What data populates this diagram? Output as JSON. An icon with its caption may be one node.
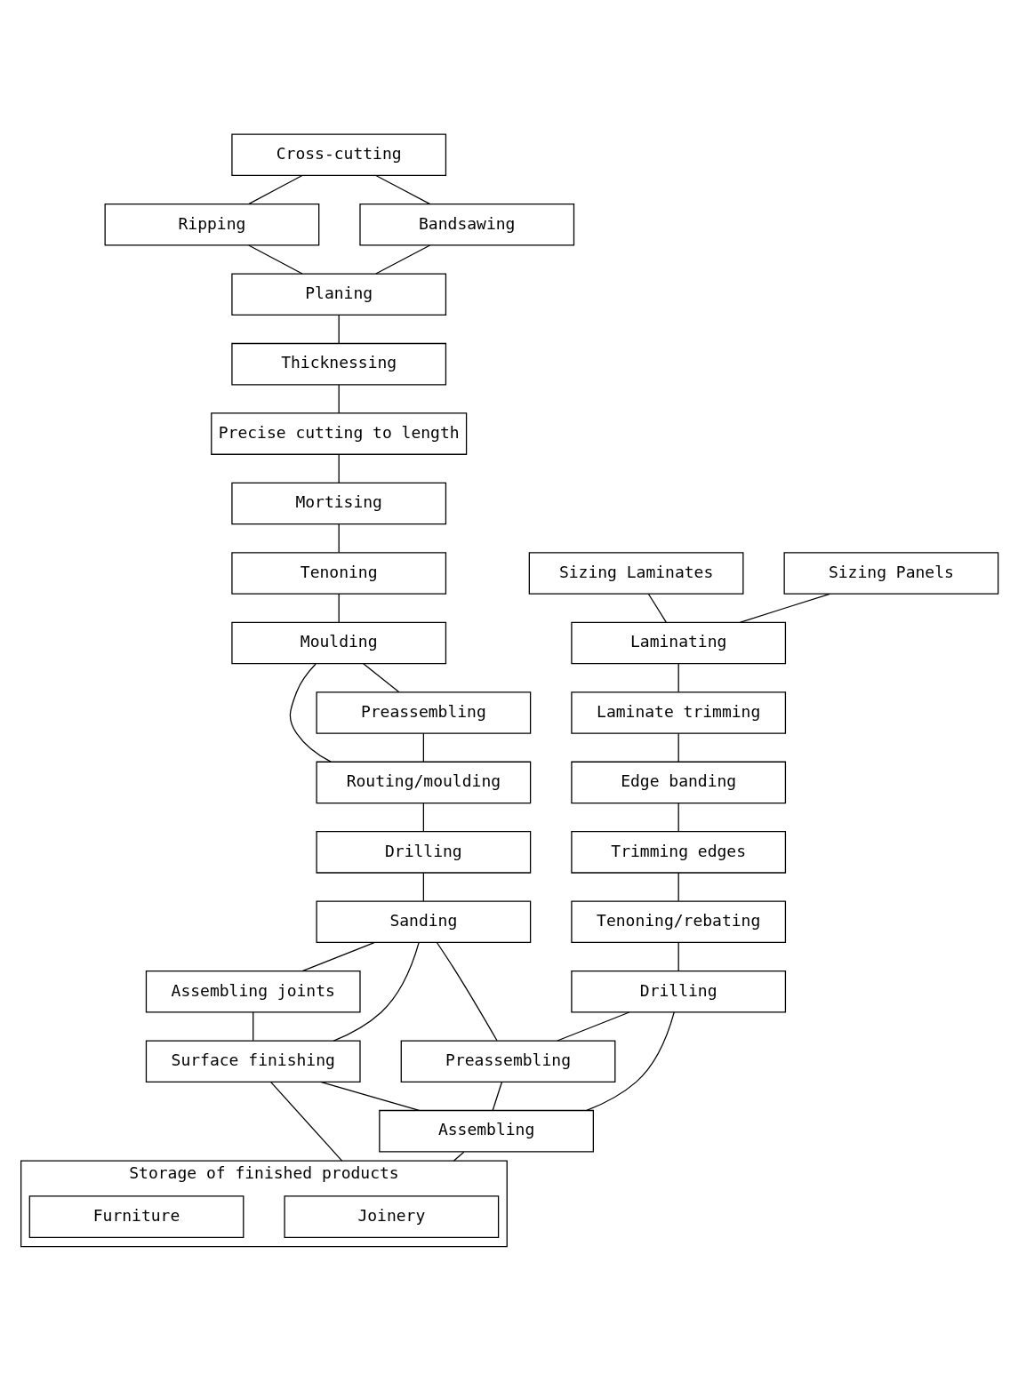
{
  "diagram": {
    "nodes": [
      {
        "text": [
          "Cross-cutting"
        ]
      },
      {
        "text": [
          "Sizing Laminates"
        ]
      },
      {
        "text": [
          "Sizing Panels"
        ]
      },
      {
        "text": [
          "Ripping"
        ]
      },
      {
        "text": [
          "Bandsawing"
        ]
      },
      {
        "text": [
          "Planing"
        ]
      },
      {
        "text": [
          "Laminating"
        ]
      },
      {
        "text": [
          "Thicknessing"
        ]
      },
      {
        "text": [
          "Laminate trimming"
        ]
      },
      {
        "text": [
          "Precise cutting to length"
        ]
      },
      {
        "text": [
          "Mortising"
        ]
      },
      {
        "text": [
          "Edge banding"
        ]
      },
      {
        "text": [
          "Tenoning"
        ]
      },
      {
        "text": [
          "Trimming edges"
        ]
      },
      {
        "text": [
          "Moulding"
        ]
      },
      {
        "text": [
          "Preassembling"
        ]
      },
      {
        "text": [
          "Tenoning/rebating"
        ]
      },
      {
        "text": [
          "Routing/moulding"
        ]
      },
      {
        "text": [
          "Drilling"
        ]
      },
      {
        "text": [
          "Drilling"
        ]
      },
      {
        "text": [
          "Sanding"
        ]
      },
      {
        "text": [
          "Preassembling"
        ]
      },
      {
        "text": [
          "Assembling joints"
        ]
      },
      {
        "text": [
          "Surface finishing"
        ]
      },
      {
        "text": [
          "Assembling"
        ]
      },
      {
        "text": [
          "Storage of finished products"
        ]
      },
      {
        "text": [
          "Joinery"
        ],
        "in": 25
      },
      {
        "text": [
          "Furniture"
        ],
        "in": 25
      }
    ],
    "edges": [
      {
        "from": 0,
        "to": 3,
        "arrow": "none"
      },
      {
        "from": 0,
        "to": 4,
        "arrow": "none"
      },
      {
        "from": 3,
        "to": 5,
        "arrow": "none"
      },
      {
        "from": 4,
        "to": 5,
        "arrow": "none"
      },
      {
        "from": 1,
        "to": 6,
        "arrow": "none"
      },
      {
        "from": 2,
        "to": 6,
        "arrow": "none"
      },
      {
        "from": 5,
        "to": 7,
        "arrow": "none"
      },
      {
        "from": 6,
        "to": 8,
        "arrow": "none"
      },
      {
        "from": 7,
        "to": 9,
        "arrow": "none"
      },
      {
        "from": 9,
        "to": 10,
        "arrow": "none"
      },
      {
        "from": 8,
        "to": 11,
        "arrow": "none"
      },
      {
        "from": 10,
        "to": 12,
        "arrow": "none"
      },
      {
        "from": 11,
        "to": 13,
        "arrow": "none"
      },
      {
        "from": 12,
        "to": 14,
        "arrow": "none"
      },
      {
        "from": 13,
        "to": 16,
        "arrow": "none"
      },
      {
        "from": 14,
        "to": 15,
        "arrow": "none"
      },
      {
        "from": 14,
        "to": 17,
        "arrow": "none"
      },
      {
        "from": 15,
        "to": 17,
        "arrow": "none"
      },
      {
        "from": 16,
        "to": 18,
        "arrow": "none"
      },
      {
        "from": 17,
        "to": 19,
        "arrow": "none"
      },
      {
        "from": 19,
        "to": 20,
        "arrow": "none"
      },
      {
        "from": 20,
        "to": 21,
        "arrow": "none"
      },
      {
        "from": 18,
        "to": 21,
        "arrow": "none"
      },
      {
        "from": 20,
        "to": 22,
        "arrow": "none"
      },
      {
        "from": 20,
        "to": 23,
        "arrow": "none"
      },
      {
        "from": 22,
        "to": 23,
        "arrow": "none"
      },
      {
        "from": 18,
        "to": 24,
        "arrow": "none"
      },
      {
        "from": 21,
        "to": 24,
        "arrow": "none"
      },
      {
        "from": 23,
        "to": 24,
        "arrow": "none"
      },
      {
        "from": 23,
        "to": 25,
        "arrow": "none"
      },
      {
        "from": 24,
        "to": 25,
        "arrow": "none"
      }
    ]
  }
}
